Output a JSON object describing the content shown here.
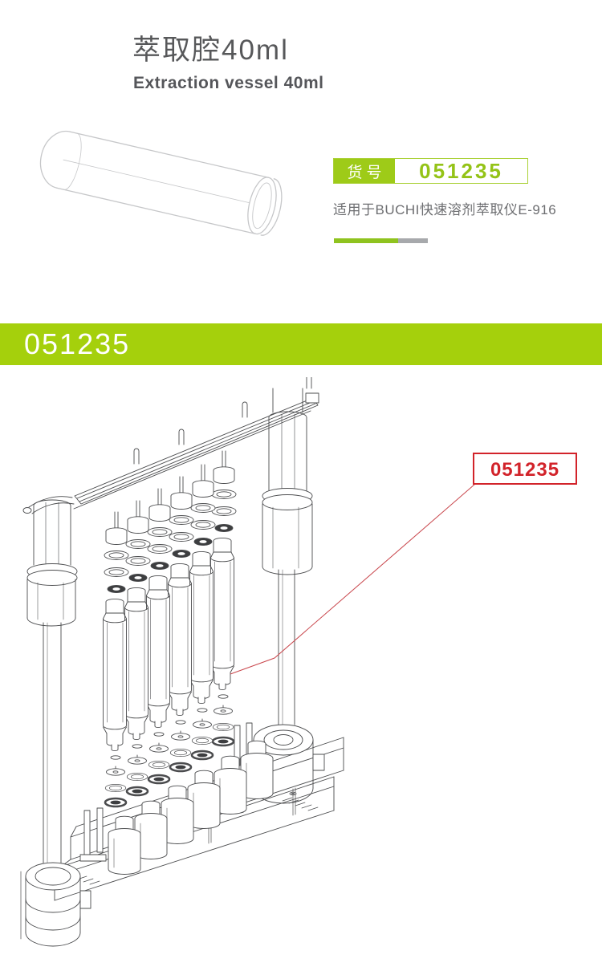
{
  "header": {
    "title_cn": "萃取腔40ml",
    "title_en": "Extraction vessel 40ml",
    "item": {
      "label": "货号",
      "code": "051235"
    },
    "compat_note": "适用于BUCHI快速溶剂萃取仪E-916"
  },
  "banner": {
    "code": "051235"
  },
  "diagram": {
    "callout": {
      "code": "051235",
      "color": "#d2232a"
    }
  },
  "colors": {
    "brand_green": "#a5d00c",
    "label_green": "#9ecb18",
    "code_green": "#94c317",
    "divider_green": "#8fc31f",
    "divider_gray": "#a7a9ac",
    "callout_red": "#d2232a",
    "drawing_line_gray": "#4b4c4e",
    "illustration_line_gray": "#c6c7c9",
    "text_gray": "#57585a"
  }
}
